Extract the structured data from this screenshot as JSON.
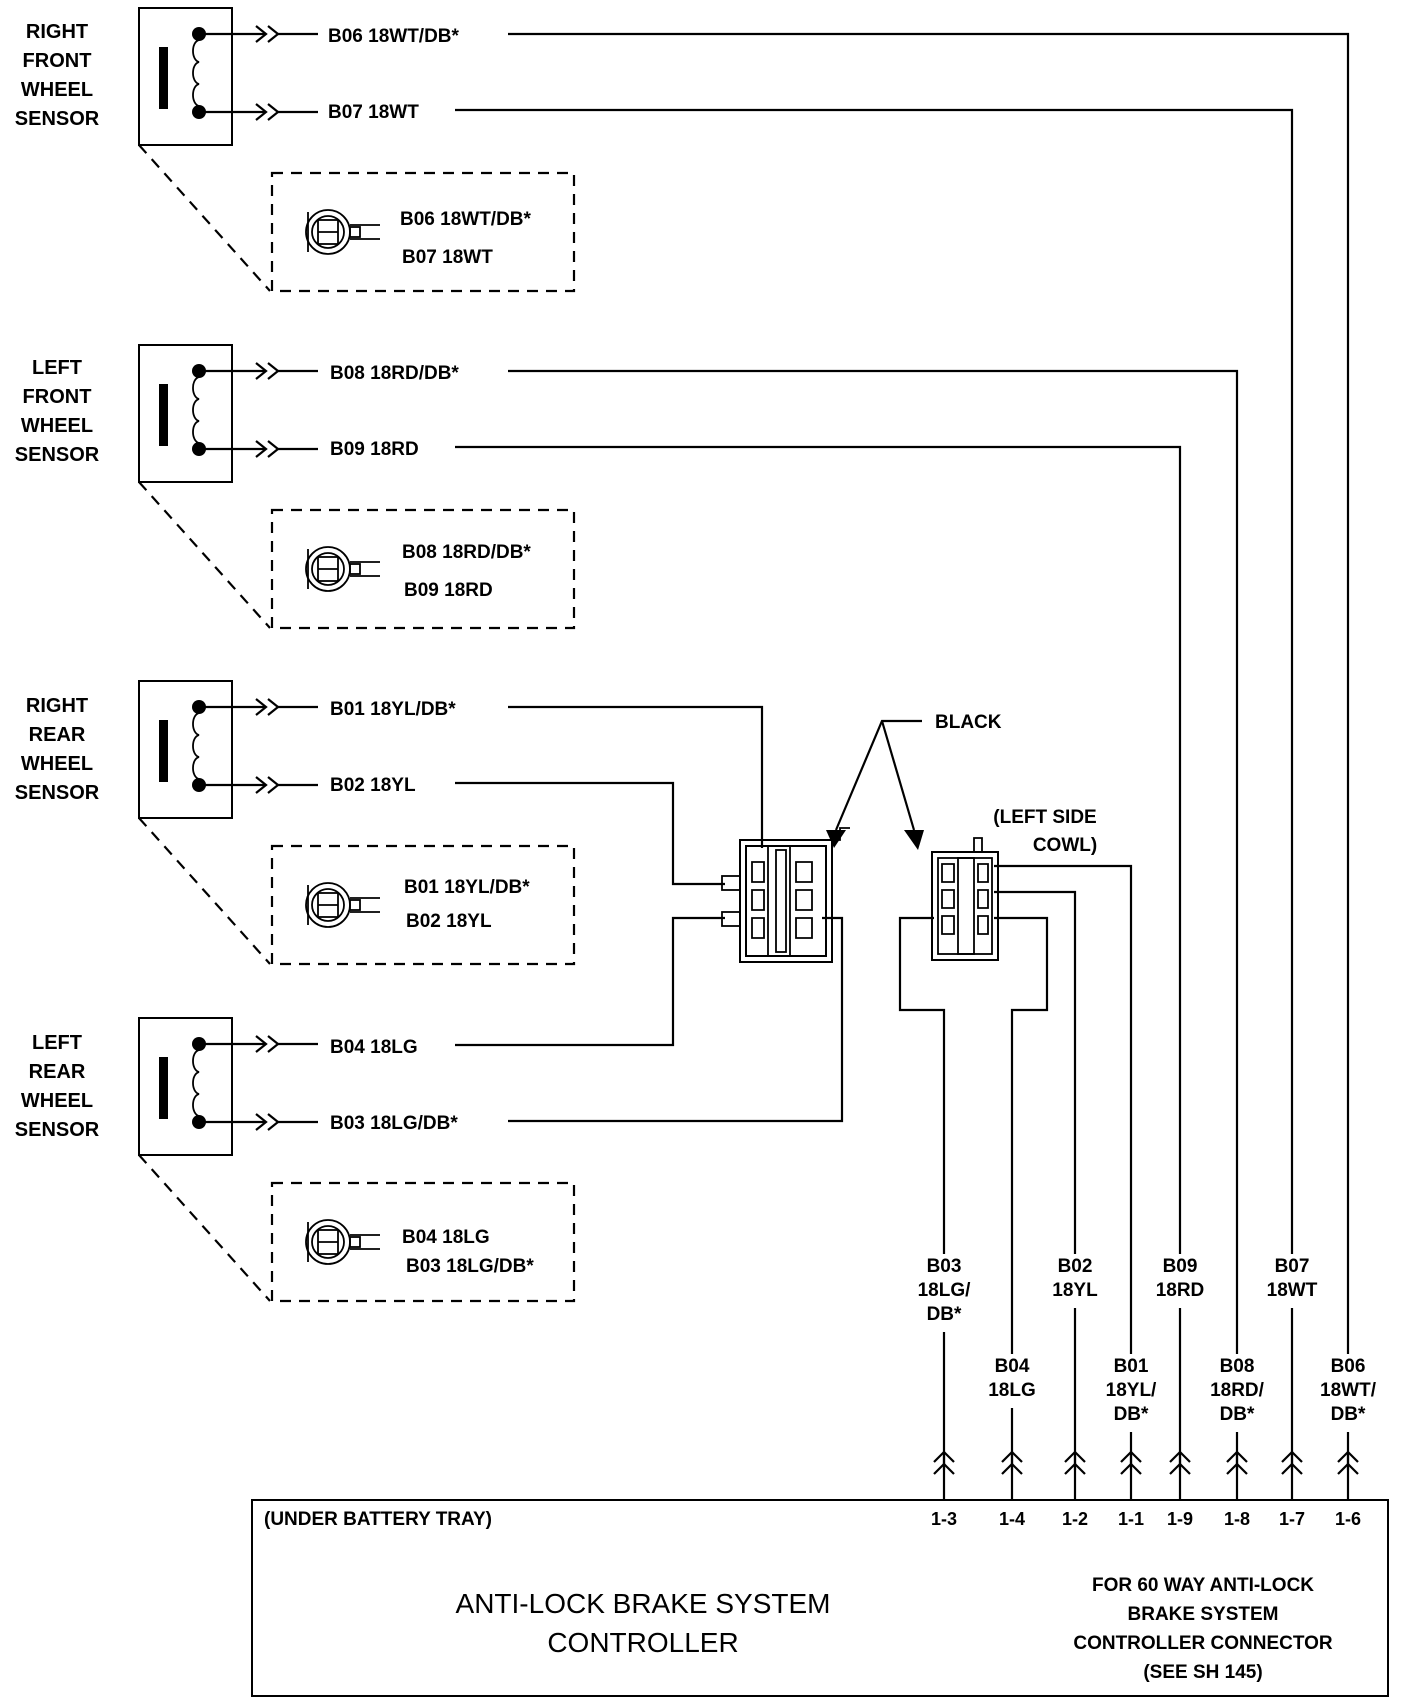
{
  "sensors": [
    {
      "name": [
        "RIGHT",
        "FRONT",
        "WHEEL",
        "SENSOR"
      ],
      "wires": [
        "B06 18WT/DB*",
        "B07 18WT"
      ],
      "connector_labels": [
        "B06 18WT/DB*",
        "B07 18WT"
      ]
    },
    {
      "name": [
        "LEFT",
        "FRONT",
        "WHEEL",
        "SENSOR"
      ],
      "wires": [
        "B08 18RD/DB*",
        "B09 18RD"
      ],
      "connector_labels": [
        "B08 18RD/DB*",
        "B09 18RD"
      ]
    },
    {
      "name": [
        "RIGHT",
        "REAR",
        "WHEEL",
        "SENSOR"
      ],
      "wires": [
        "B01 18YL/DB*",
        "B02 18YL"
      ],
      "connector_labels": [
        "B01 18YL/DB*",
        "B02 18YL"
      ]
    },
    {
      "name": [
        "LEFT",
        "REAR",
        "WHEEL",
        "SENSOR"
      ],
      "wires": [
        "B04 18LG",
        "B03 18LG/DB*"
      ],
      "connector_labels": [
        "B04 18LG",
        "B03 18LG/DB*"
      ]
    }
  ],
  "black_label": "BLACK",
  "left_side_cowl": [
    "(LEFT SIDE",
    "COWL)"
  ],
  "bottom_wires": [
    {
      "lines": [
        "B03",
        "18LG/",
        "DB*"
      ],
      "pin": "1-3"
    },
    {
      "lines": [
        "B04",
        "18LG"
      ],
      "pin": "1-4"
    },
    {
      "lines": [
        "B02",
        "18YL"
      ],
      "pin": "1-2"
    },
    {
      "lines": [
        "B01",
        "18YL/",
        "DB*"
      ],
      "pin": "1-1"
    },
    {
      "lines": [
        "B09",
        "18RD"
      ],
      "pin": "1-9"
    },
    {
      "lines": [
        "B08",
        "18RD/",
        "DB*"
      ],
      "pin": "1-8"
    },
    {
      "lines": [
        "B07",
        "18WT"
      ],
      "pin": "1-7"
    },
    {
      "lines": [
        "B06",
        "18WT/",
        "DB*"
      ],
      "pin": "1-6"
    }
  ],
  "controller": {
    "location": "(UNDER BATTERY TRAY)",
    "title": [
      "ANTI-LOCK BRAKE SYSTEM",
      "CONTROLLER"
    ],
    "note": [
      "FOR 60 WAY ANTI-LOCK",
      "BRAKE SYSTEM",
      "CONTROLLER CONNECTOR",
      "(SEE SH 145)"
    ]
  }
}
